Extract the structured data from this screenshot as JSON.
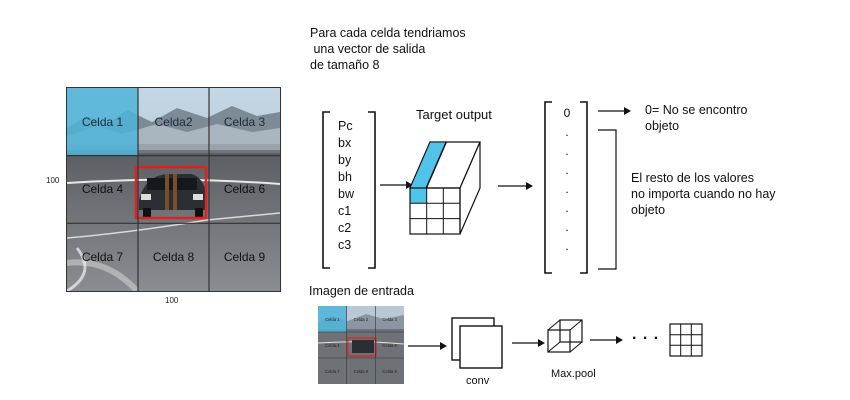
{
  "input_image": {
    "cells": [
      "Celda 1",
      "Celda2",
      "Celda 3",
      "Celda 4",
      "",
      "Celda 6",
      "Celda 7",
      "Celda 8",
      "Celda 9"
    ],
    "axis_y_label": "100",
    "axis_x_label": "100",
    "highlight_color": "#4fb4d9",
    "bbox_color": "#e0211f"
  },
  "intro_text": [
    "Para cada celda tendriamos",
    " una vector de salida",
    "de tamaño 8"
  ],
  "vector": {
    "components": [
      "Pc",
      "bx",
      "by",
      "bh",
      "bw",
      "c1",
      "c2",
      "c3"
    ]
  },
  "target_output": {
    "title": "Target output",
    "values": [
      "0",
      ".",
      ".",
      ".",
      ".",
      ".",
      ".",
      "."
    ],
    "highlight_color": "#4fc3ea"
  },
  "notes": {
    "zero_note": [
      "0= No se encontro",
      "objeto"
    ],
    "rest_note": [
      "El resto de los valores",
      "no importa cuando no hay",
      "objeto"
    ]
  },
  "pipeline": {
    "title": "Imagen de entrada",
    "small_cells": [
      "Celda 1",
      "Celda 2",
      "Celda 3",
      "Celda 4",
      "",
      "Celda 6",
      "Celda 7",
      "Celda 8",
      "Celda 9"
    ],
    "conv_label": "conv",
    "pool_label": "Max.pool",
    "ellipsis": ". . ."
  }
}
